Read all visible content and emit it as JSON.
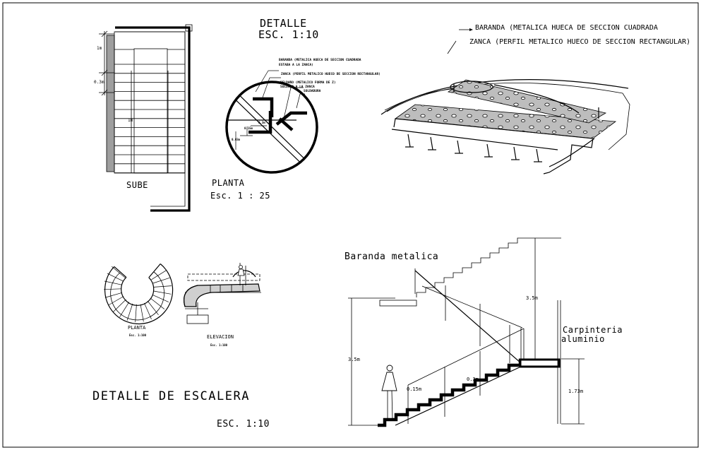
{
  "sheet_title": "DETALLE DE ESCALERA",
  "sheet_scale": "ESC.     1:10",
  "plan_view": {
    "dims": [
      "1m",
      "0.3m",
      "1m"
    ],
    "label": "SUBE",
    "title": "PLANTA",
    "scale": "Esc. 1 : 25"
  },
  "detail": {
    "title": "DETALLE",
    "scale": "ESC. 1:10",
    "notes": [
      "BARANDA (METALICA HUECA DE SECCION CUADRADA",
      "ESTABA A LA ZANCA)",
      "ZANCA (PERFIL METALICO HUECO DE SECCION RECTANGULAR)",
      "PELDAÑO (METALICO FORMA DE Z)",
      "SOLDADO A LA ZANCA",
      "SOLDADURA"
    ],
    "dims": [
      "0.03m",
      "0.3m",
      "0.15m"
    ]
  },
  "iso_view": {
    "notes": [
      "BARANDA (METALICA HUECA DE SECCION CUADRADA",
      "ZANCA (PERFIL METALICO HUECO DE SECCION RECTANGULAR)"
    ]
  },
  "spiral": {
    "plan_title": "PLANTA",
    "plan_scale": "Esc. 1:100",
    "elev_title": "ELEVACION",
    "elev_scale": "Esc. 1:100"
  },
  "section": {
    "label_railing": "Baranda metalica",
    "label_carpentry": [
      "Carpinteria",
      "aluminio"
    ],
    "dims": [
      "3.5m",
      "3.5m",
      "1.73m",
      "0.3m",
      "0.15m"
    ]
  }
}
